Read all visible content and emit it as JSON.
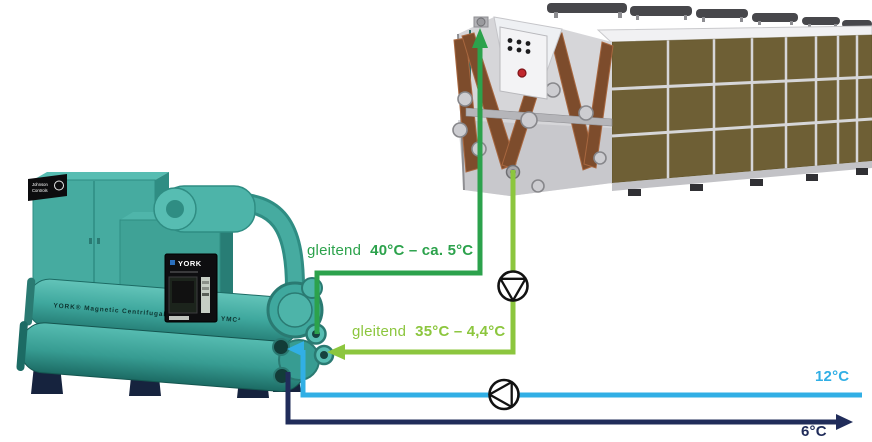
{
  "diagram": {
    "pipes": {
      "warm_supply": {
        "prefix": "gleitend",
        "value": "40°C – ca. 5°C",
        "color": "#2CA24C"
      },
      "warm_return": {
        "prefix": "gleitend",
        "value": "35°C – 4,4°C",
        "color": "#8CC63E"
      },
      "cold_return": {
        "label": "12°C",
        "color": "#31AFE5"
      },
      "cold_supply": {
        "label": "6°C",
        "color": "#202C5A"
      }
    },
    "chiller": {
      "badge_line1": "Johnson",
      "badge_line2": "Controls",
      "panel_brand": "YORK",
      "shell_text": "YORK® Magnetic Centrifugal Chiller",
      "model": "YMC²",
      "body_color": "#46ABA0"
    },
    "cooler": {
      "panel_color": "#6E5F35",
      "coil_color": "#7D4C2C"
    },
    "icons": {
      "pump": "circle with inscribed triangle",
      "arrow": "solid arrowhead"
    }
  }
}
